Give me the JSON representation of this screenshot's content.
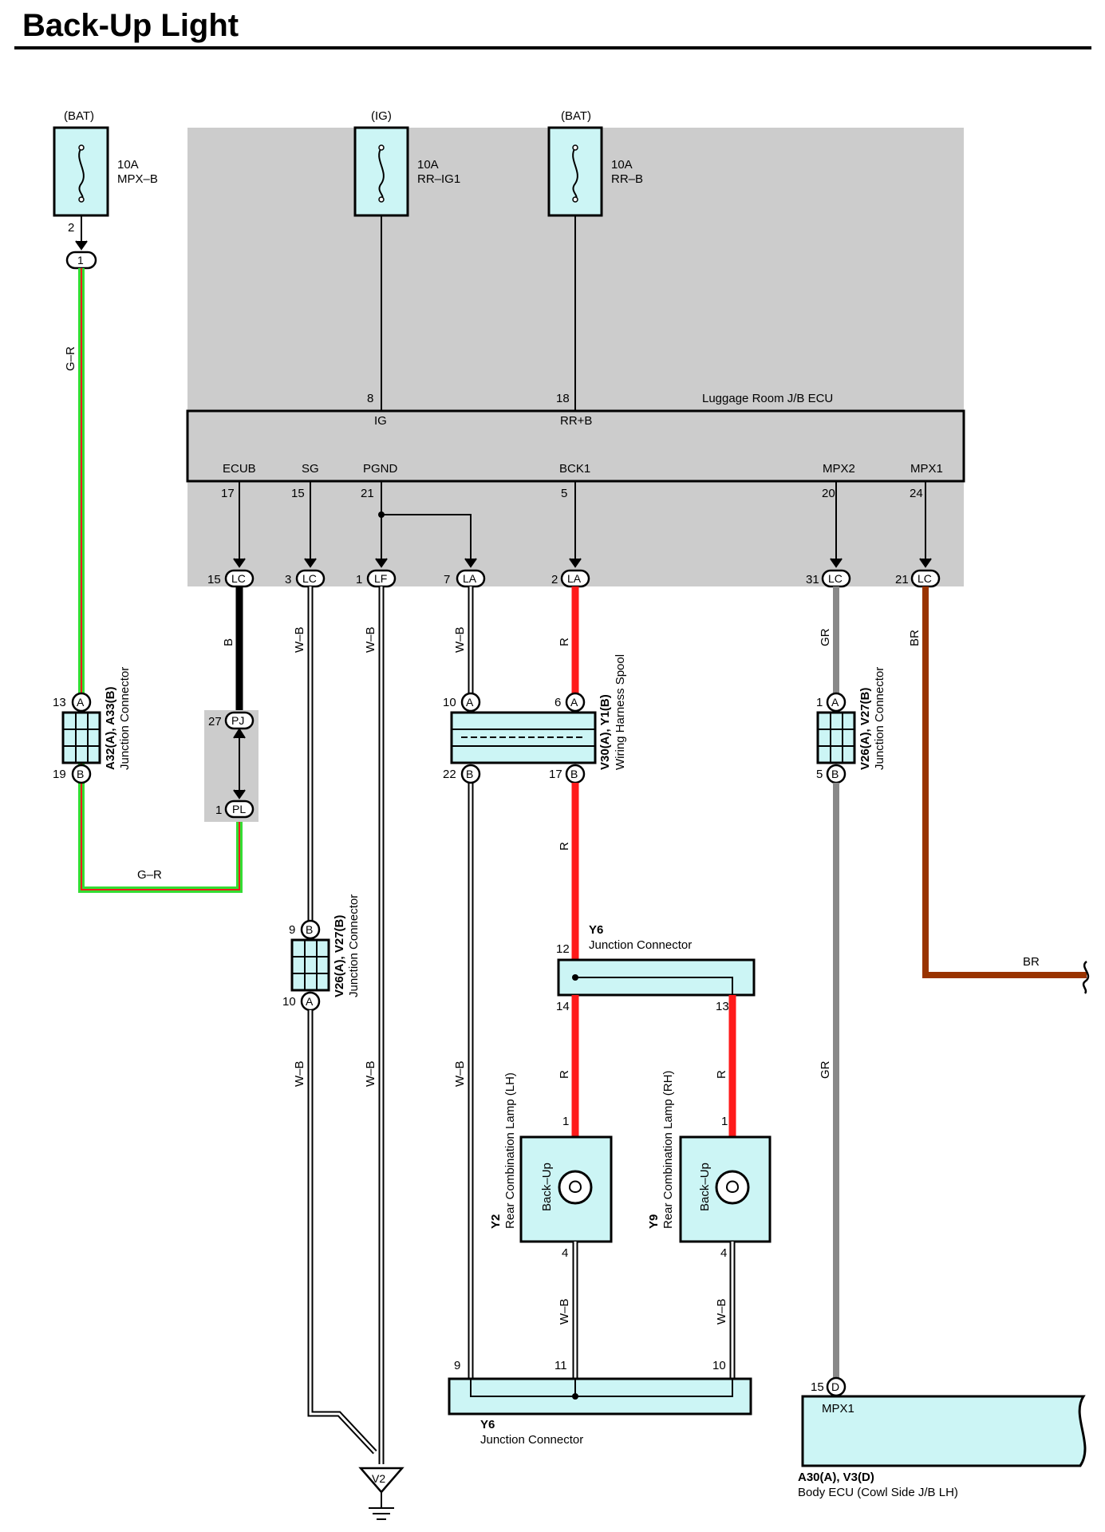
{
  "title": "Back-Up Light",
  "fuses": [
    {
      "source": "(BAT)",
      "rating": "10A",
      "name": "MPX–B",
      "pin": "2"
    },
    {
      "source": "(IG)",
      "rating": "10A",
      "name": "RR–IG1"
    },
    {
      "source": "(BAT)",
      "rating": "10A",
      "name": "RR–B"
    }
  ],
  "ecu": {
    "name": "Luggage Room J/B ECU",
    "top_pins": [
      {
        "num": "8",
        "label": "IG"
      },
      {
        "num": "18",
        "label": "RR+B"
      }
    ],
    "bottom_pins": [
      {
        "label": "ECUB",
        "num": "17",
        "conn_num": "15",
        "conn": "LC"
      },
      {
        "label": "SG",
        "num": "15",
        "conn_num": "3",
        "conn": "LC"
      },
      {
        "label": "PGND",
        "num": "21",
        "conn_num": "1",
        "conn": "LF"
      },
      {
        "label": "",
        "num": "",
        "conn_num": "7",
        "conn": "LA"
      },
      {
        "label": "BCK1",
        "num": "5",
        "conn_num": "2",
        "conn": "LA"
      },
      {
        "label": "MPX2",
        "num": "20",
        "conn_num": "31",
        "conn": "LC"
      },
      {
        "label": "MPX1",
        "num": "24",
        "conn_num": "21",
        "conn": "LC"
      }
    ]
  },
  "wire_colors": {
    "gr_r": "G–R",
    "b": "B",
    "w_b": "W–B",
    "r": "R",
    "gr": "GR",
    "br": "BR"
  },
  "colors": {
    "red": "#ff1a1a",
    "green": "#33dd33",
    "brown": "#993300",
    "grey": "#888888",
    "cyan": "#ccf5f5",
    "ecu_bg": "#cccccc"
  },
  "connectors": {
    "a32": {
      "name": "A32(A), A33(B)",
      "desc": "Junction Connector",
      "pin_a": "13",
      "pin_b": "19",
      "a": "A",
      "b": "B"
    },
    "pj": {
      "pin_pj": "27",
      "pj": "PJ",
      "pin_pl": "1",
      "pl": "PL"
    },
    "v30": {
      "name": "V30(A), Y1(B)",
      "desc": "Wiring Harness Spool",
      "pins": [
        "10",
        "6",
        "22",
        "17"
      ],
      "a": "A",
      "b": "B"
    },
    "v26_right": {
      "name": "V26(A), V27(B)",
      "desc": "Junction Connector",
      "pin_a": "1",
      "pin_b": "5",
      "a": "A",
      "b": "B"
    },
    "v26_left": {
      "name": "V26(A), V27(B)",
      "desc": "Junction Connector",
      "pin_b": "9",
      "pin_a": "10",
      "a": "A",
      "b": "B"
    },
    "y6_top": {
      "name": "Y6",
      "desc": "Junction Connector",
      "pins": [
        "12",
        "14",
        "13"
      ]
    },
    "y6_bottom": {
      "name": "Y6",
      "desc": "Junction Connector",
      "pins": [
        "9",
        "11",
        "10"
      ]
    }
  },
  "lamps": [
    {
      "code": "Y2",
      "name": "Rear Combination Lamp (LH)",
      "label": "Back–Up",
      "pin_in": "1",
      "pin_out": "4"
    },
    {
      "code": "Y9",
      "name": "Rear Combination Lamp (RH)",
      "label": "Back–Up",
      "pin_in": "1",
      "pin_out": "4"
    }
  ],
  "body_ecu": {
    "name": "A30(A), V3(D)",
    "desc": "Body ECU (Cowl Side J/B LH)",
    "pin": "15",
    "conn": "D",
    "label": "MPX1"
  },
  "ground": "V2"
}
